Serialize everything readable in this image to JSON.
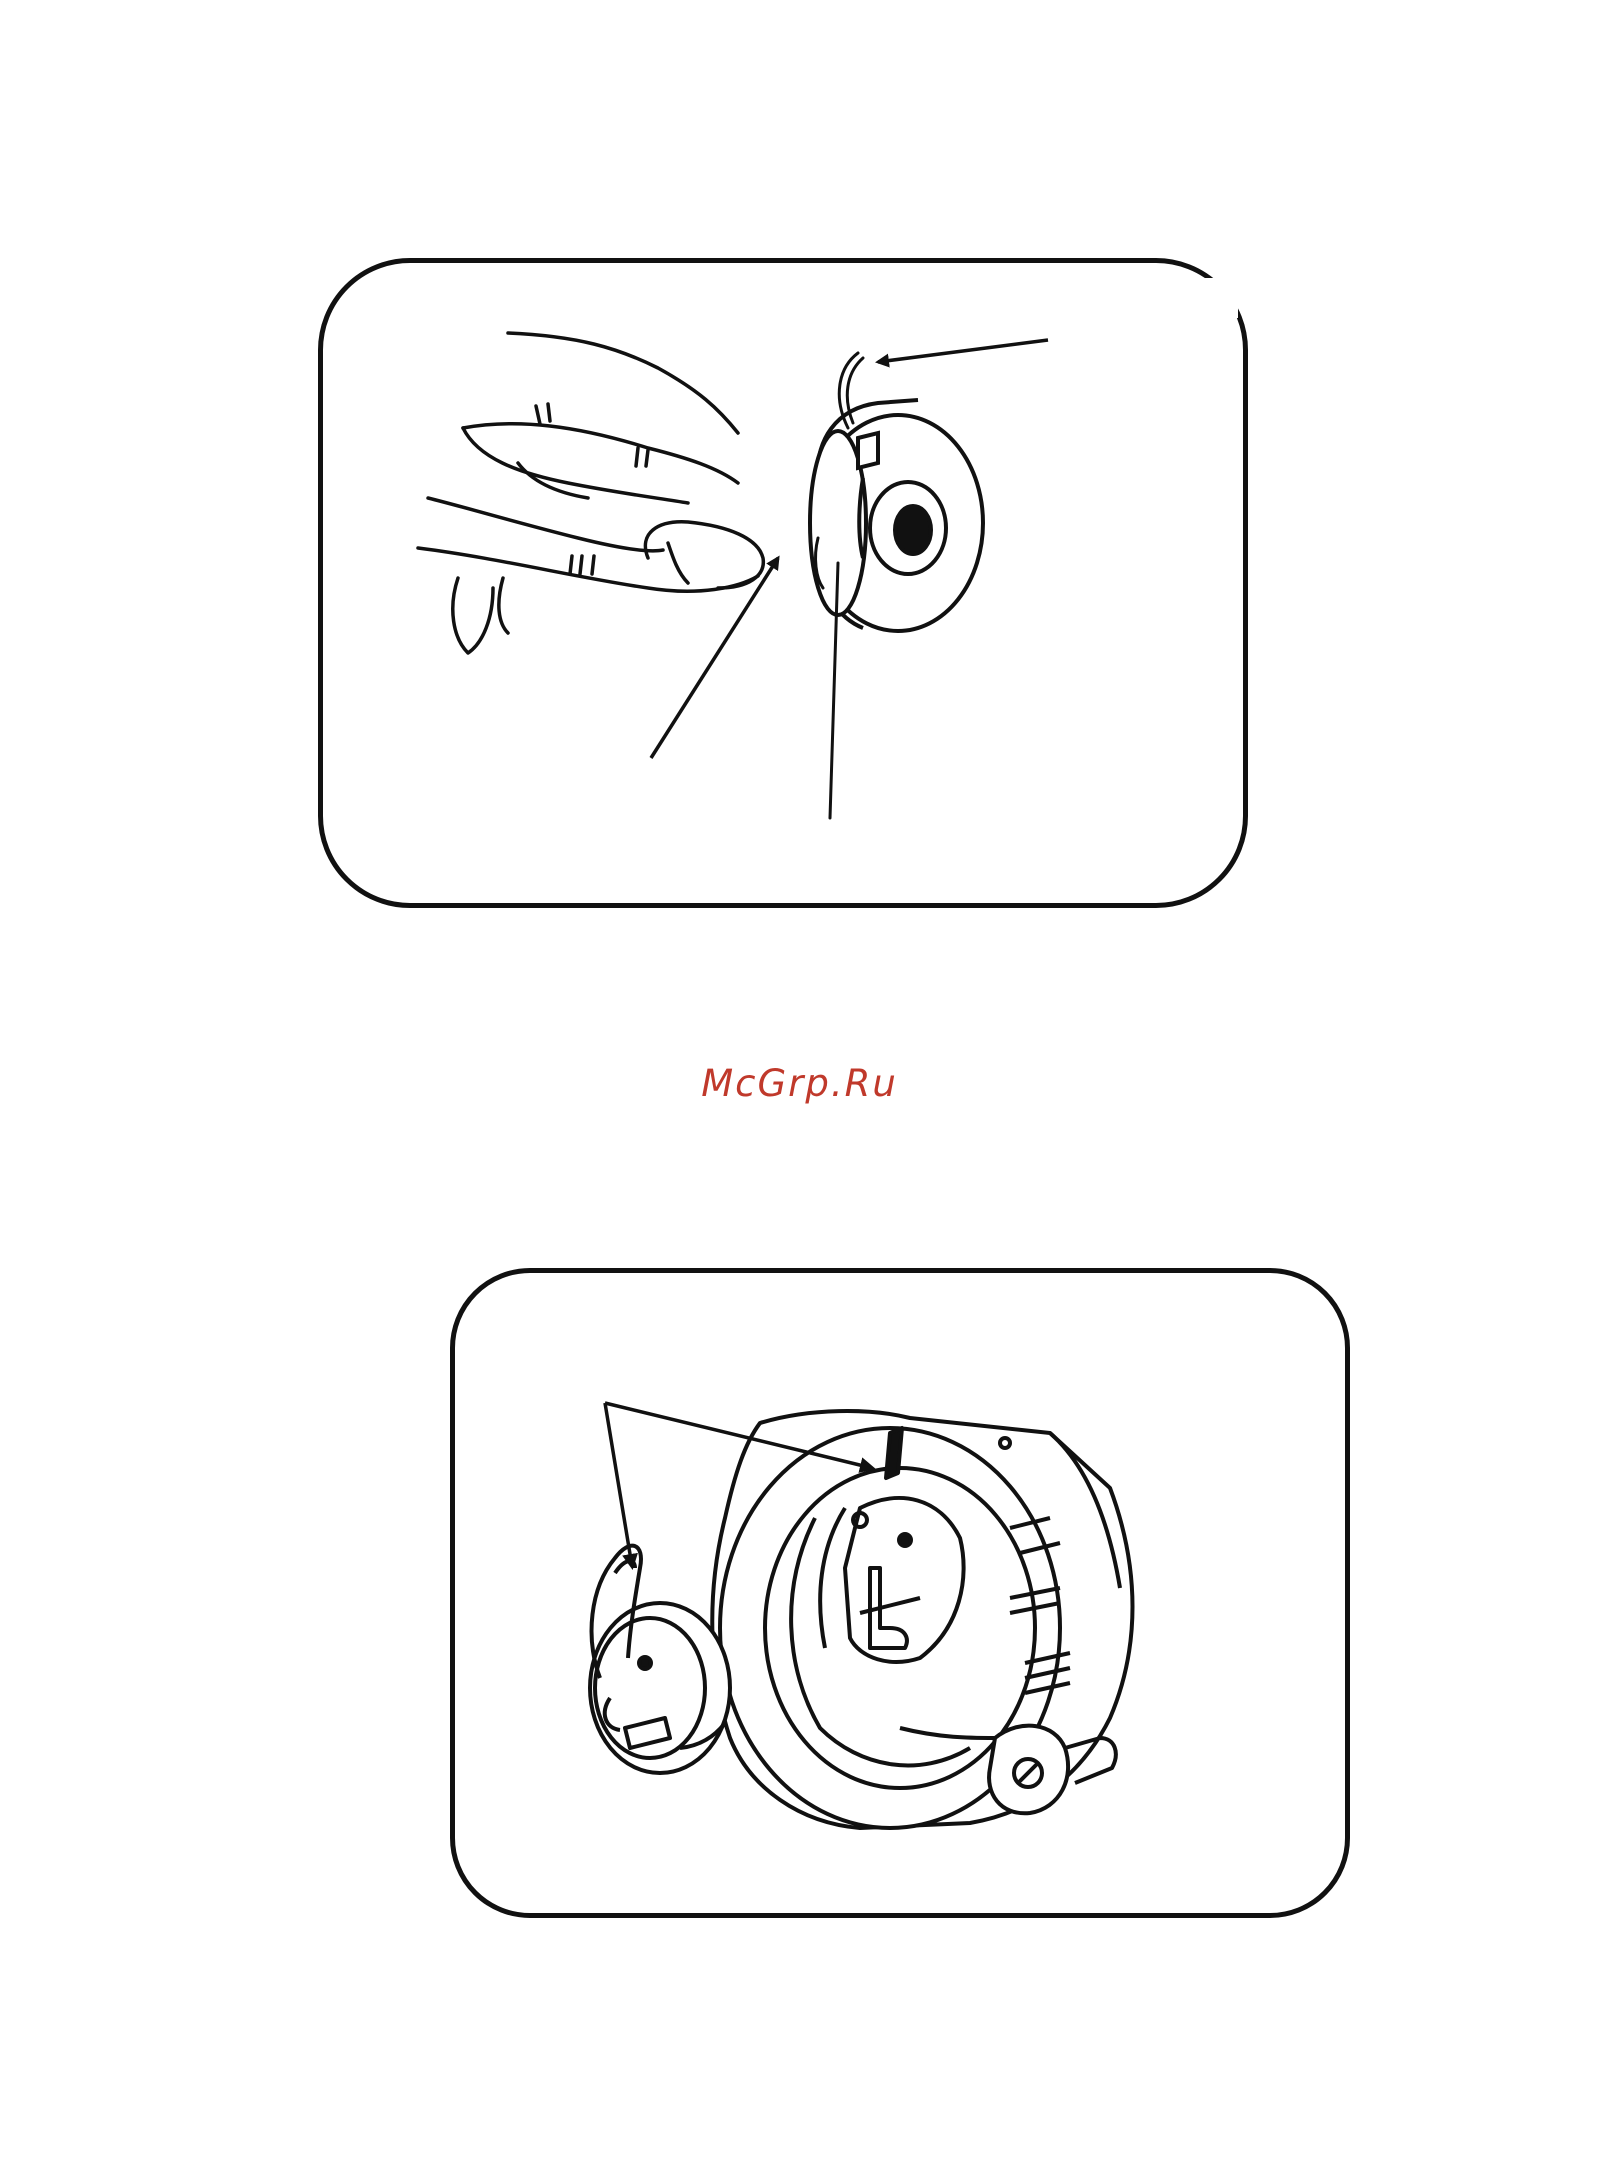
{
  "watermark": {
    "text": "McGrp.Ru",
    "color": "#c0392b"
  },
  "figures": [
    {
      "id": "bobbin-threading",
      "icons": [
        "hand-icon",
        "bobbin-case-icon",
        "thread-icon",
        "pointer-arrow-icon"
      ]
    },
    {
      "id": "bobbin-case-insertion",
      "icons": [
        "bobbin-case-icon",
        "rotary-hook-icon",
        "pointer-arrow-icon"
      ]
    }
  ],
  "colors": {
    "line": "#111111",
    "background": "#ffffff"
  }
}
